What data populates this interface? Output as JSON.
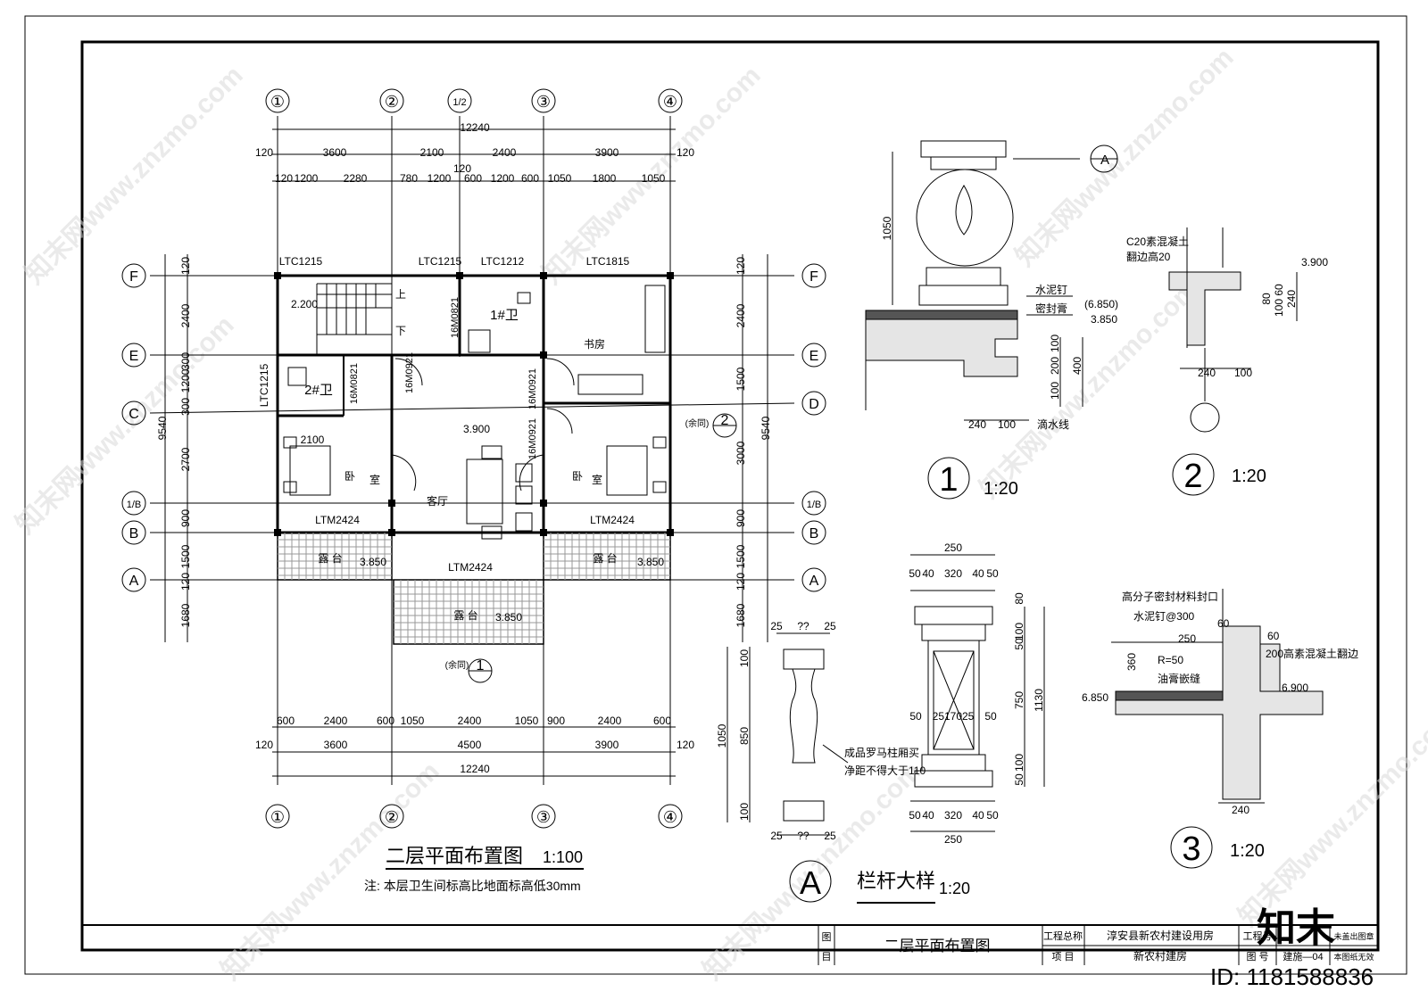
{
  "axes": {
    "top": [
      "①",
      "②",
      "1/2",
      "③",
      "④"
    ],
    "bottom": [
      "①",
      "②",
      "③",
      "④"
    ],
    "left": [
      "F",
      "E",
      "C",
      "1/B",
      "B",
      "A"
    ],
    "right": [
      "F",
      "E",
      "D",
      "1/B",
      "B",
      "A"
    ]
  },
  "dims": {
    "top_total": "12240",
    "top_row1": [
      "120",
      "3600",
      "2100",
      "2400",
      "3900",
      "120"
    ],
    "top_row2": [
      "120",
      "1200",
      "2280",
      "780",
      "1200",
      "600",
      "1200",
      "600",
      "1050",
      "1800",
      "1050"
    ],
    "top_120": "120",
    "bottom_row1": [
      "600",
      "2400",
      "600",
      "1050",
      "2400",
      "1050",
      "900",
      "2400",
      "600"
    ],
    "bottom_row2": [
      "120",
      "3600",
      "4500",
      "3900",
      "120"
    ],
    "bottom_total": "12240",
    "left_col": [
      "120",
      "2400",
      "300",
      "1200",
      "300",
      "2700",
      "900",
      "1500",
      "120",
      "1680"
    ],
    "left_total": "9540",
    "right_col": [
      "120",
      "2400",
      "1500",
      "3000",
      "900",
      "1500",
      "120",
      "1680"
    ],
    "right_total": "9540"
  },
  "plan": {
    "windows": [
      "LTC1215",
      "LTC1215",
      "LTC1212",
      "LTC1815",
      "LTC1215"
    ],
    "doors": [
      "16M0821",
      "16M0821",
      "16M0921",
      "16M0921",
      "16M0921"
    ],
    "ltm": [
      "LTM2424",
      "LTM2424",
      "LTM2424"
    ],
    "rooms": {
      "bath1": "1#卫",
      "bath2": "2#卫",
      "study": "书房",
      "living": "客厅",
      "bed_l": "卧",
      "bed_l2": "室",
      "bed_r": "卧",
      "bed_r2": "室",
      "terrace": "露 台",
      "up": "上",
      "down": "下"
    },
    "levels": {
      "stair": "2.200",
      "living": "3.900",
      "terrace": "3.850",
      "width2100": "2100"
    },
    "ref_note": "(余同)",
    "title": "二层平面布置图",
    "scale": "1:100",
    "note": "注: 本层卫生间标高比地面标高低30mm"
  },
  "detail1": {
    "label_a": "A",
    "nail": "水泥钉",
    "seal": "密封膏",
    "lvl_a": "(6.850)",
    "lvl_b": "3.850",
    "dims": [
      "1050",
      "100",
      "200",
      "400",
      "100",
      "240",
      "100"
    ],
    "drip": "滴水线",
    "num": "1",
    "scale": "1:20"
  },
  "detail2": {
    "c20": "C20素混凝土",
    "c20b": "翻边高20",
    "lvl": "3.900",
    "dims": [
      "240",
      "80",
      "60",
      "100",
      "240",
      "100"
    ],
    "num": "2",
    "scale": "1:20"
  },
  "detail3": {
    "line1": "高分子密封材料封口",
    "line2": "水泥钉@300",
    "line3": "R=50",
    "line4": "油膏嵌缝",
    "line5": "200高素混凝土翻边",
    "dims": [
      "60",
      "250",
      "360",
      "60",
      "240"
    ],
    "lvl_l": "6.850",
    "lvl_r": "6.900",
    "num": "3",
    "scale": "1:20"
  },
  "detailA": {
    "post_dims": [
      "250",
      "50",
      "40",
      "320",
      "40",
      "50",
      "80",
      "100",
      "50",
      "750",
      "1130",
      "50",
      "2517025",
      "50",
      "100",
      "50"
    ],
    "post_bottom": [
      "50",
      "40",
      "320",
      "40",
      "50",
      "250"
    ],
    "baluster_dims": [
      "25",
      "??",
      "25",
      "100",
      "850",
      "1050",
      "100",
      "25",
      "??",
      "25"
    ],
    "note1": "成品罗马柱厢买",
    "note2": "净距不得大于110",
    "num": "A",
    "title": "栏杆大样",
    "scale": "1:20"
  },
  "titleblock": {
    "col1a": "图",
    "col1b": "目",
    "drawing_name": "二层平面布置图",
    "eng_name_label": "工程总称",
    "eng_name": "淳安县新农村建设用房",
    "eng_no_label": "工程号",
    "item_label": "项  目",
    "item": "新农村建房",
    "dwg_no_label": "图  号",
    "dwg_no": "建施—04",
    "stamp1": "未盖出图章",
    "stamp2": "本图纸无效"
  },
  "watermark": {
    "text1": "知末网www.znzmo.com",
    "text2": "知末",
    "id": "ID: 1181588836"
  }
}
